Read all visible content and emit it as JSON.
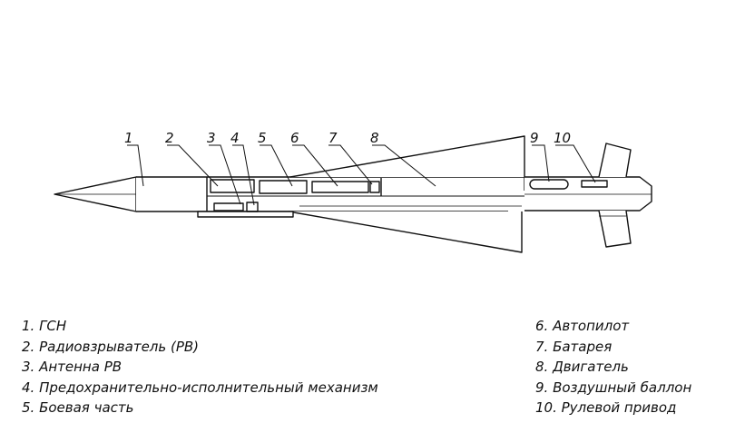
{
  "callouts": [
    "1",
    "2",
    "3",
    "4",
    "5",
    "6",
    "7",
    "8",
    "9",
    "10"
  ],
  "legend": {
    "left": [
      "1. ГСН",
      "2. Радиовзрыватель (РВ)",
      "3. Антенна РВ",
      "4. Предохранительно-исполнительный механизм",
      "5. Боевая часть"
    ],
    "right": [
      "6. Автопилот",
      "7. Батарея",
      "8. Двигатель",
      "9. Воздушный баллон",
      "10. Рулевой привод"
    ]
  }
}
